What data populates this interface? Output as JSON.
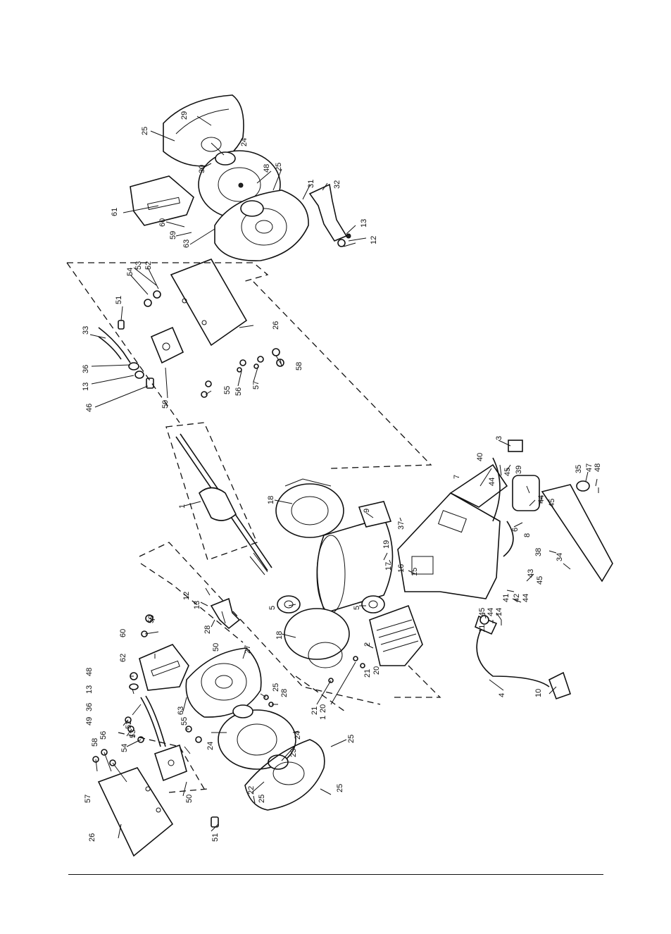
{
  "diagram": {
    "colors": {
      "ink": "#111111",
      "paper": "#ffffff"
    },
    "callouts": [
      {
        "id": "c1",
        "text": "25"
      },
      {
        "id": "c2",
        "text": "29"
      },
      {
        "id": "c3",
        "text": "24"
      },
      {
        "id": "c4",
        "text": "30"
      },
      {
        "id": "c5",
        "text": "48"
      },
      {
        "id": "c6",
        "text": "25"
      },
      {
        "id": "c7",
        "text": "31"
      },
      {
        "id": "c8",
        "text": "32"
      },
      {
        "id": "c9",
        "text": "61"
      },
      {
        "id": "c10",
        "text": "60"
      },
      {
        "id": "c11",
        "text": "59"
      },
      {
        "id": "c12",
        "text": "63"
      },
      {
        "id": "c13",
        "text": "13"
      },
      {
        "id": "c14",
        "text": "12"
      },
      {
        "id": "c15",
        "text": "54"
      },
      {
        "id": "c16",
        "text": "53"
      },
      {
        "id": "c17",
        "text": "52"
      },
      {
        "id": "c18",
        "text": "51"
      },
      {
        "id": "c19",
        "text": "33"
      },
      {
        "id": "c20",
        "text": "36"
      },
      {
        "id": "c21",
        "text": "13"
      },
      {
        "id": "c22",
        "text": "46"
      },
      {
        "id": "c23",
        "text": "50"
      },
      {
        "id": "c24",
        "text": "26"
      },
      {
        "id": "c25",
        "text": "55"
      },
      {
        "id": "c26",
        "text": "56"
      },
      {
        "id": "c27",
        "text": "57"
      },
      {
        "id": "c28",
        "text": "58"
      },
      {
        "id": "c29",
        "text": "1"
      },
      {
        "id": "c30",
        "text": "18"
      },
      {
        "id": "c31",
        "text": "9"
      },
      {
        "id": "c32",
        "text": "37"
      },
      {
        "id": "c33",
        "text": "19"
      },
      {
        "id": "c34",
        "text": "17"
      },
      {
        "id": "c35",
        "text": "16"
      },
      {
        "id": "c36",
        "text": "15"
      },
      {
        "id": "c37",
        "text": "7"
      },
      {
        "id": "c38",
        "text": "3"
      },
      {
        "id": "c39",
        "text": "40"
      },
      {
        "id": "c40",
        "text": "44"
      },
      {
        "id": "c41",
        "text": "45"
      },
      {
        "id": "c42",
        "text": "39"
      },
      {
        "id": "c43",
        "text": "44"
      },
      {
        "id": "c44",
        "text": "45"
      },
      {
        "id": "c45",
        "text": "6"
      },
      {
        "id": "c46",
        "text": "8"
      },
      {
        "id": "c47",
        "text": "38"
      },
      {
        "id": "c48",
        "text": "35"
      },
      {
        "id": "c49",
        "text": "47"
      },
      {
        "id": "c50",
        "text": "48"
      },
      {
        "id": "c51",
        "text": "34"
      },
      {
        "id": "c52",
        "text": "43"
      },
      {
        "id": "c53",
        "text": "45"
      },
      {
        "id": "c54",
        "text": "41"
      },
      {
        "id": "c55",
        "text": "42"
      },
      {
        "id": "c56",
        "text": "44"
      },
      {
        "id": "c57",
        "text": "5"
      },
      {
        "id": "c58",
        "text": "5"
      },
      {
        "id": "c59",
        "text": "18"
      },
      {
        "id": "c60",
        "text": "2"
      },
      {
        "id": "c61",
        "text": "12"
      },
      {
        "id": "c62",
        "text": "13"
      },
      {
        "id": "c63",
        "text": "28"
      },
      {
        "id": "c64",
        "text": "50"
      },
      {
        "id": "c65",
        "text": "27"
      },
      {
        "id": "c66",
        "text": "59"
      },
      {
        "id": "c67",
        "text": "60"
      },
      {
        "id": "c68",
        "text": "62"
      },
      {
        "id": "c69",
        "text": "48"
      },
      {
        "id": "c70",
        "text": "13"
      },
      {
        "id": "c71",
        "text": "36"
      },
      {
        "id": "c72",
        "text": "49"
      },
      {
        "id": "c73",
        "text": "63"
      },
      {
        "id": "c74",
        "text": "25"
      },
      {
        "id": "c75",
        "text": "28"
      },
      {
        "id": "c76",
        "text": "21"
      },
      {
        "id": "c77",
        "text": "20"
      },
      {
        "id": "c78",
        "text": "21"
      },
      {
        "id": "c79",
        "text": "20"
      },
      {
        "id": "c80",
        "text": "1"
      },
      {
        "id": "c81",
        "text": "52"
      },
      {
        "id": "c82",
        "text": "53"
      },
      {
        "id": "c83",
        "text": "54"
      },
      {
        "id": "c84",
        "text": "55"
      },
      {
        "id": "c85",
        "text": "58"
      },
      {
        "id": "c86",
        "text": "56"
      },
      {
        "id": "c87",
        "text": "57"
      },
      {
        "id": "c88",
        "text": "24"
      },
      {
        "id": "c89",
        "text": "23"
      },
      {
        "id": "c90",
        "text": "24"
      },
      {
        "id": "c91",
        "text": "25"
      },
      {
        "id": "c92",
        "text": "22"
      },
      {
        "id": "c93",
        "text": "25"
      },
      {
        "id": "c94",
        "text": "25"
      },
      {
        "id": "c95",
        "text": "26"
      },
      {
        "id": "c96",
        "text": "50"
      },
      {
        "id": "c97",
        "text": "51"
      },
      {
        "id": "c98",
        "text": "11"
      },
      {
        "id": "c99",
        "text": "45"
      },
      {
        "id": "c100",
        "text": "44"
      },
      {
        "id": "c101",
        "text": "14"
      },
      {
        "id": "c102",
        "text": "4"
      },
      {
        "id": "c103",
        "text": "10"
      }
    ]
  }
}
